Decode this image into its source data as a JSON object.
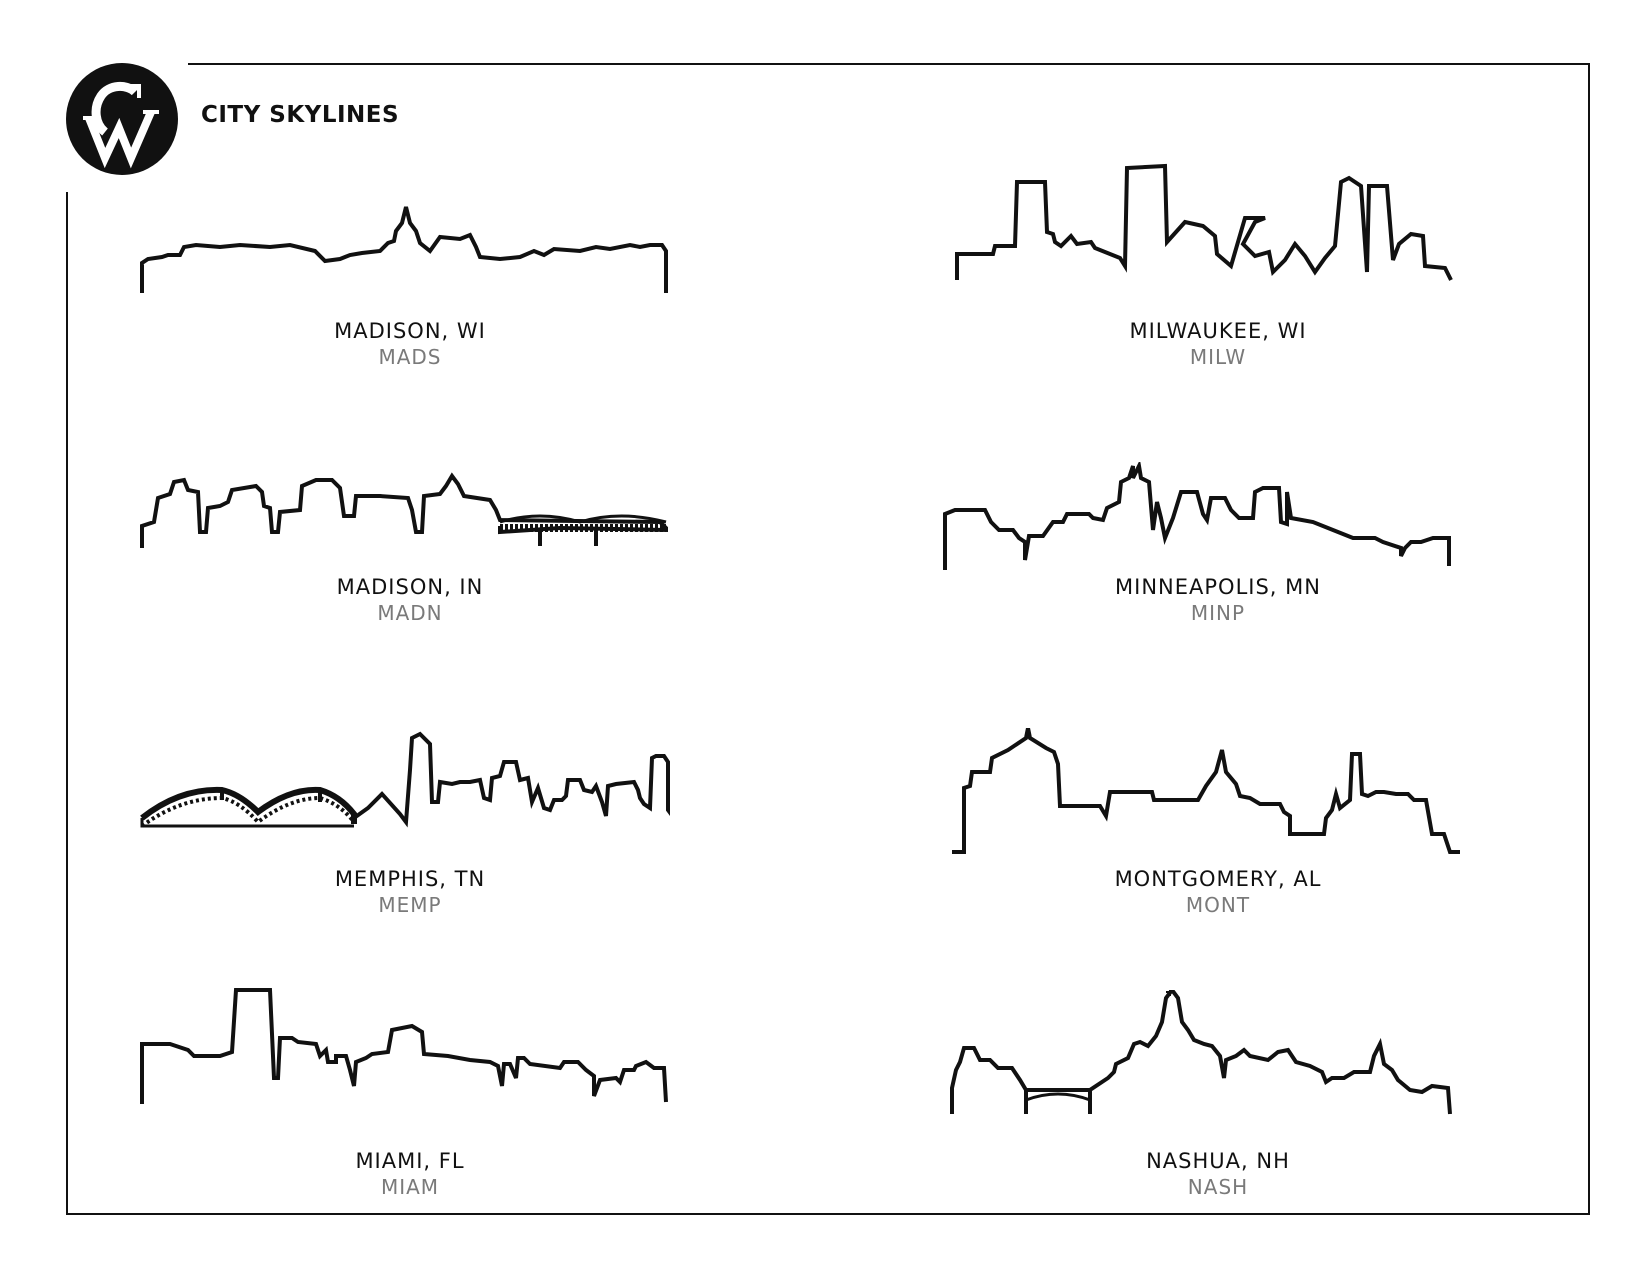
{
  "header": {
    "title": "CITY SKYLINES",
    "logo_letters": "CW"
  },
  "cities": [
    {
      "name": "MADISON, WI",
      "code": "MADS"
    },
    {
      "name": "MILWAUKEE, WI",
      "code": "MILW"
    },
    {
      "name": "MADISON, IN",
      "code": "MADN"
    },
    {
      "name": "MINNEAPOLIS, MN",
      "code": "MINP"
    },
    {
      "name": "MEMPHIS, TN",
      "code": "MEMP"
    },
    {
      "name": "MONTGOMERY, AL",
      "code": "MONT"
    },
    {
      "name": "MIAMI, FL",
      "code": "MIAM"
    },
    {
      "name": "NASHUA, NH",
      "code": "NASH"
    }
  ],
  "colors": {
    "ink": "#111111",
    "code_gray": "#7a7a7a",
    "background": "#ffffff"
  }
}
